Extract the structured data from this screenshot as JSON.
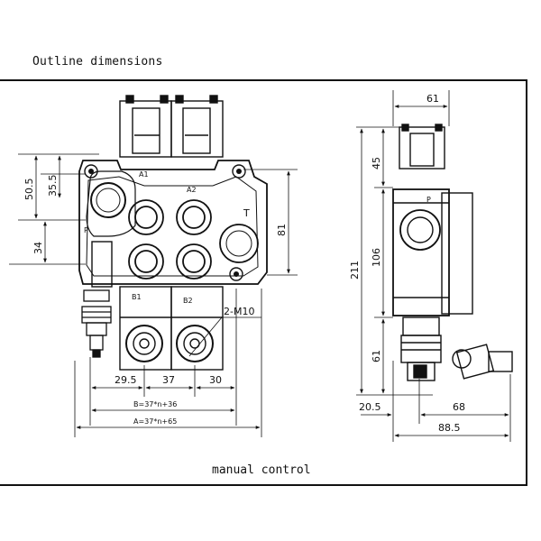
{
  "heading": "Outline dimensions",
  "caption": "manual control",
  "front_view": {
    "dim_50_5": "50.5",
    "dim_35_5": "35.5",
    "dim_34": "34",
    "dim_81": "81",
    "dim_29_5": "29.5",
    "dim_37": "37",
    "dim_30": "30",
    "formula_b": "B=37*n+36",
    "formula_a": "A=37*n+65",
    "thread": "2-M10",
    "port_a1": "A1",
    "port_a2": "A2",
    "port_b1": "B1",
    "port_b2": "B2",
    "port_p": "P",
    "port_t": "T"
  },
  "side_view": {
    "dim_61_top": "61",
    "dim_45": "45",
    "dim_211": "211",
    "dim_106": "106",
    "dim_61_side": "61",
    "dim_20_5": "20.5",
    "dim_68": "68",
    "dim_88_5": "88.5",
    "port_p": "P"
  }
}
